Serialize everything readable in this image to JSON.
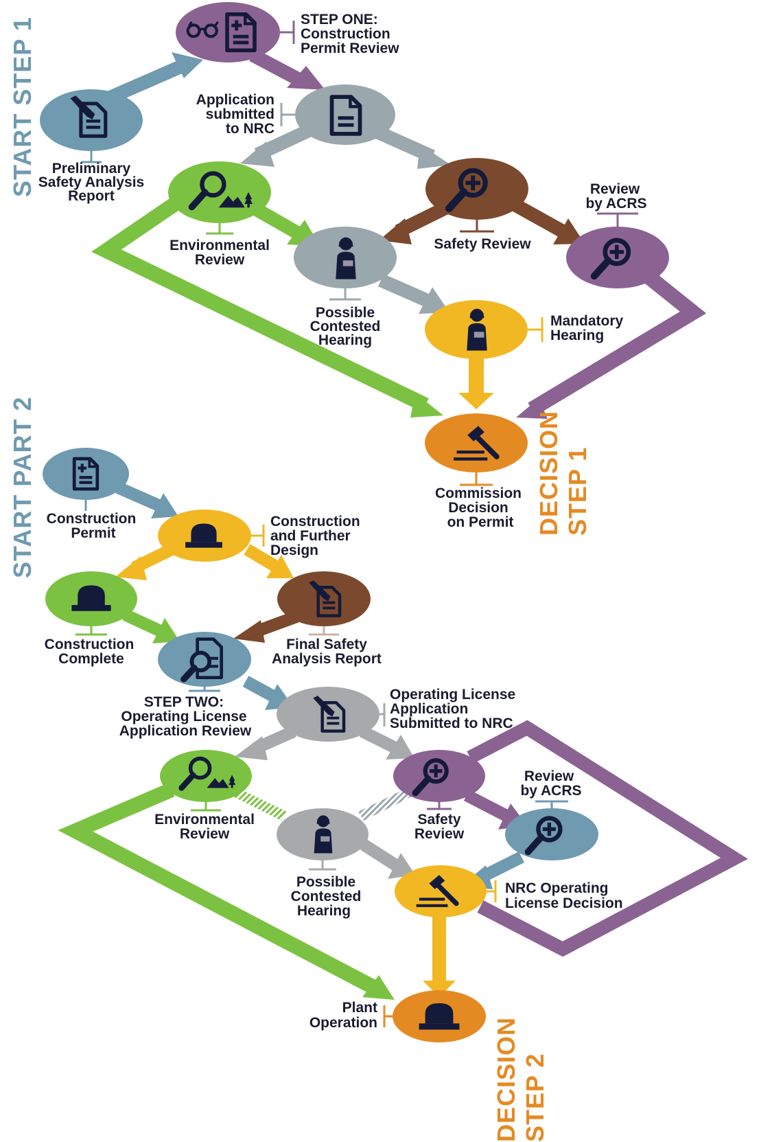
{
  "colors": {
    "navy": "#141a3a",
    "purple": "#8b6393",
    "steel_blue": "#6f9ab0",
    "gray": "#9aa7ad",
    "light_gray": "#a7a9ab",
    "green": "#7cc242",
    "brown": "#7b4a2e",
    "yellow": "#f1b824",
    "orange": "#e48a23",
    "dark_yellow": "#e8b220"
  },
  "side_labels": {
    "start_step1": "START STEP 1",
    "start_part2": "START PART 2",
    "decision_step1": [
      "DECISION",
      "STEP 1"
    ],
    "decision_step2": [
      "DECISION",
      "STEP 2"
    ]
  },
  "nodes": {
    "step_one_review": {
      "icon": "glasses-document-icon",
      "label": [
        "STEP ONE:",
        "Construction",
        "Permit Review"
      ]
    },
    "prelim_safety": {
      "icon": "pen-document-icon",
      "label": [
        "Preliminary",
        "Safety Analysis",
        "Report"
      ]
    },
    "application_submitted": {
      "icon": "document-icon",
      "label": [
        "Application",
        "submitted",
        "to NRC"
      ]
    },
    "environmental_review_1": {
      "icon": "magnifier-landscape-icon",
      "label": [
        "Environmental",
        "Review"
      ]
    },
    "safety_review_1": {
      "icon": "magnifier-plus-icon",
      "label": [
        "Safety Review"
      ]
    },
    "acrs_review_1": {
      "icon": "magnifier-plus-icon",
      "label": [
        "Review",
        "by ACRS"
      ]
    },
    "contested_hearing_1": {
      "icon": "person-icon",
      "label": [
        "Possible",
        "Contested",
        "Hearing"
      ]
    },
    "mandatory_hearing": {
      "icon": "person-icon",
      "label": [
        "Mandatory",
        "Hearing"
      ]
    },
    "commission_decision": {
      "icon": "gavel-icon",
      "label": [
        "Commission",
        "Decision",
        "on Permit"
      ]
    },
    "construction_permit": {
      "icon": "document-plus-icon",
      "label": [
        "Construction",
        "Permit"
      ]
    },
    "construction_design": {
      "icon": "dome-icon",
      "label": [
        "Construction",
        "and Further",
        "Design"
      ]
    },
    "construction_complete": {
      "icon": "dome-icon",
      "label": [
        "Construction",
        "Complete"
      ]
    },
    "final_safety": {
      "icon": "pen-document-icon",
      "label": [
        "Final Safety",
        "Analysis Report"
      ]
    },
    "step_two_review": {
      "icon": "magnifier-document-icon",
      "label": [
        "STEP TWO:",
        "Operating License",
        "Application Review"
      ]
    },
    "ol_submitted": {
      "icon": "pen-document-icon",
      "label": [
        "Operating License",
        "Application",
        "Submitted to NRC"
      ]
    },
    "environmental_review_2": {
      "icon": "magnifier-landscape-icon",
      "label": [
        "Environmental",
        "Review"
      ]
    },
    "safety_review_2": {
      "icon": "magnifier-plus-icon",
      "label": [
        "Safety",
        "Review"
      ]
    },
    "acrs_review_2": {
      "icon": "magnifier-plus-icon",
      "label": [
        "Review",
        "by ACRS"
      ]
    },
    "contested_hearing_2": {
      "icon": "person-icon",
      "label": [
        "Possible",
        "Contested",
        "Hearing"
      ]
    },
    "ol_decision": {
      "icon": "gavel-icon",
      "label": [
        "NRC Operating",
        "License Decision"
      ]
    },
    "plant_operation": {
      "icon": "dome-icon",
      "label": [
        "Plant",
        "Operation"
      ]
    }
  }
}
